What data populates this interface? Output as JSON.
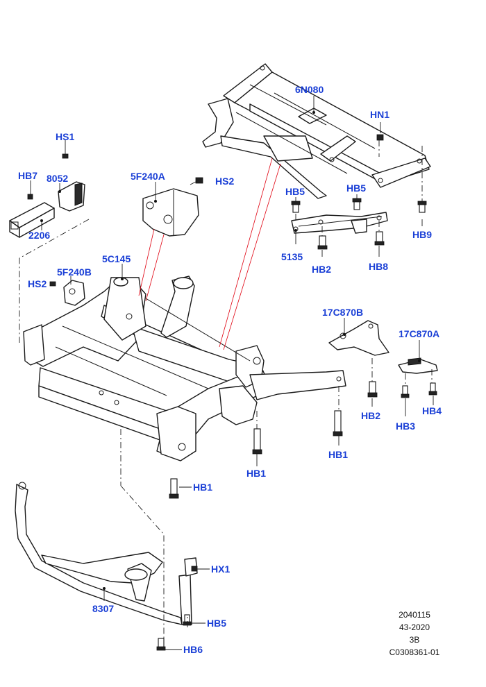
{
  "callouts": {
    "p6N080": "6N080",
    "HN1": "HN1",
    "HB9": "HB9",
    "HB5_upper": "HB5",
    "HB5_bracket": "HB5",
    "p5135": "5135",
    "HB2_upper": "HB2",
    "HB8": "HB8",
    "HS1": "HS1",
    "HB7": "HB7",
    "p8052": "8052",
    "p2206": "2206",
    "p5F240A": "5F240A",
    "HS2_upper": "HS2",
    "p5C145": "5C145",
    "p5F240B": "5F240B",
    "HS2_lower": "HS2",
    "p17C870B": "17C870B",
    "p17C870A": "17C870A",
    "HB2_right": "HB2",
    "HB3": "HB3",
    "HB4": "HB4",
    "HB1_right": "HB1",
    "HB1_center": "HB1",
    "HB1_lower": "HB1",
    "HX1": "HX1",
    "p8307": "8307",
    "HB5_lower": "HB5",
    "HB6": "HB6"
  },
  "reference": {
    "line1": "2040115",
    "line2": "43-2020",
    "line3": "3B",
    "line4": "C0308361-01"
  }
}
